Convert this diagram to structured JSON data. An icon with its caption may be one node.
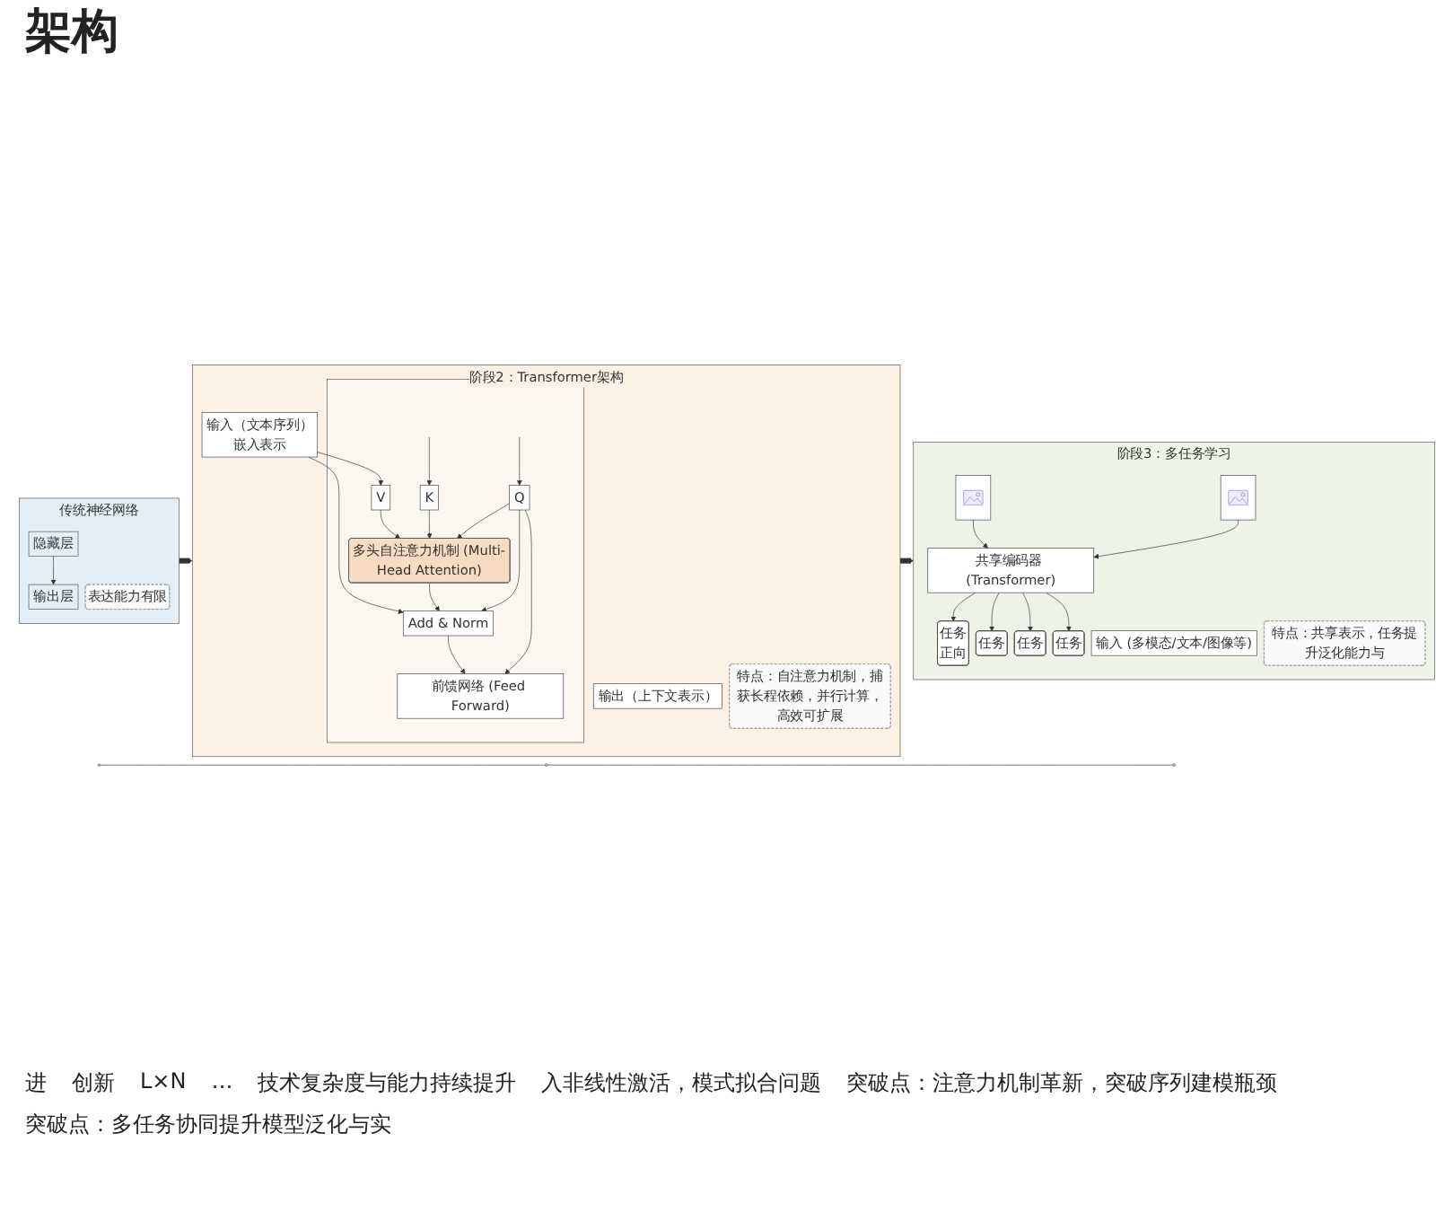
{
  "diagram": {
    "title": "架构",
    "nodes": [
      {
        "text": [
          "传统神经网络"
        ]
      },
      {
        "text": [
          "隐藏层"
        ],
        "in": 0
      },
      {
        "text": [
          "输出层"
        ],
        "in": 0
      },
      {
        "text": [
          "表达能力有限"
        ],
        "in": 0
      },
      {
        "text": [
          "阶段2：Transformer架构"
        ]
      },
      {
        "text": [
          "输入（文本序列）",
          "嵌入表示"
        ],
        "in": 4
      },
      {
        "text": [],
        "shape": "box",
        "in": 4
      },
      {
        "text": [
          "前馈网络 (Feed Forward)"
        ],
        "in": 6
      },
      {
        "text": [
          "Add & Norm"
        ],
        "in": 6
      },
      {
        "text": [
          "多头自注意力机制 (Multi-Head Attention)"
        ],
        "in": 6
      },
      {
        "text": [
          "V"
        ],
        "in": 6
      },
      {
        "text": [
          "K"
        ],
        "in": 6
      },
      {
        "text": [
          "Q"
        ],
        "in": 6
      },
      {
        "text": [
          "输出（上下文表示）"
        ],
        "in": 4
      },
      {
        "text": [
          "特点：自注意力机制，捕获长程依赖，并行计算，高效可扩展"
        ],
        "in": 4
      },
      {
        "text": [
          "阶段3：多任务学习"
        ]
      },
      {
        "text": [
          "共享编码器 (Transformer)"
        ],
        "in": 15
      },
      {
        "text": [
          "任务",
          "正向"
        ],
        "in": 15
      },
      {
        "text": [
          "任务"
        ],
        "in": 15
      },
      {
        "text": [
          "任务"
        ],
        "in": 15
      },
      {
        "text": [
          "任务"
        ],
        "in": 15
      },
      {
        "text": [],
        "shape": "picture",
        "in": 15
      },
      {
        "text": [],
        "shape": "picture",
        "in": 15
      },
      {
        "text": [
          "输入 (多模态/文本/图像等)"
        ],
        "in": 15
      },
      {
        "text": [
          "特点：共享表示，任务提升泛化能力与"
        ],
        "in": 15
      },
      {
        "text": [],
        "shape": "circle"
      },
      {
        "text": [],
        "shape": "circle"
      },
      {
        "text": [],
        "shape": "circle"
      }
    ],
    "edges": [
      {
        "from": 1,
        "to": 2,
        "arrow": "to"
      },
      {
        "from": 0,
        "to": 4,
        "arrow": "to",
        "style": "thick"
      },
      {
        "from": 5,
        "to": 8,
        "arrow": "to"
      },
      {
        "from": 5,
        "to": 10,
        "arrow": "to"
      },
      {
        "from": null,
        "to": 11,
        "arrow": "to"
      },
      {
        "from": null,
        "to": 12,
        "arrow": "to"
      },
      {
        "from": 10,
        "to": 9,
        "arrow": "to"
      },
      {
        "from": 11,
        "to": 9,
        "arrow": "to"
      },
      {
        "from": 12,
        "to": 9,
        "arrow": "to"
      },
      {
        "from": 9,
        "to": 8,
        "arrow": "to"
      },
      {
        "from": 8,
        "to": 7,
        "arrow": "to"
      },
      {
        "from": 12,
        "to": 8,
        "arrow": "to"
      },
      {
        "from": 12,
        "to": 7,
        "arrow": "to"
      },
      {
        "from": 4,
        "to": 15,
        "arrow": "to",
        "style": "thick"
      },
      {
        "from": 21,
        "to": 16,
        "arrow": "to"
      },
      {
        "from": 22,
        "to": 16,
        "arrow": "to"
      },
      {
        "from": 16,
        "to": 17,
        "arrow": "to"
      },
      {
        "from": 16,
        "to": 18,
        "arrow": "to"
      },
      {
        "from": 16,
        "to": 19,
        "arrow": "to"
      },
      {
        "from": 16,
        "to": 20,
        "arrow": "to"
      },
      {
        "from": 25,
        "to": 26,
        "arrow": "none"
      },
      {
        "from": 26,
        "to": 27,
        "arrow": "none"
      }
    ],
    "labels": [
      "进",
      "创新",
      "L×N",
      "…",
      "技术复杂度与能力持续提升",
      "入非线性激活，模式拟合问题",
      "突破点：注意力机制革新，突破序列建模瓶颈",
      "突破点：多任务协同提升模型泛化与实"
    ]
  }
}
